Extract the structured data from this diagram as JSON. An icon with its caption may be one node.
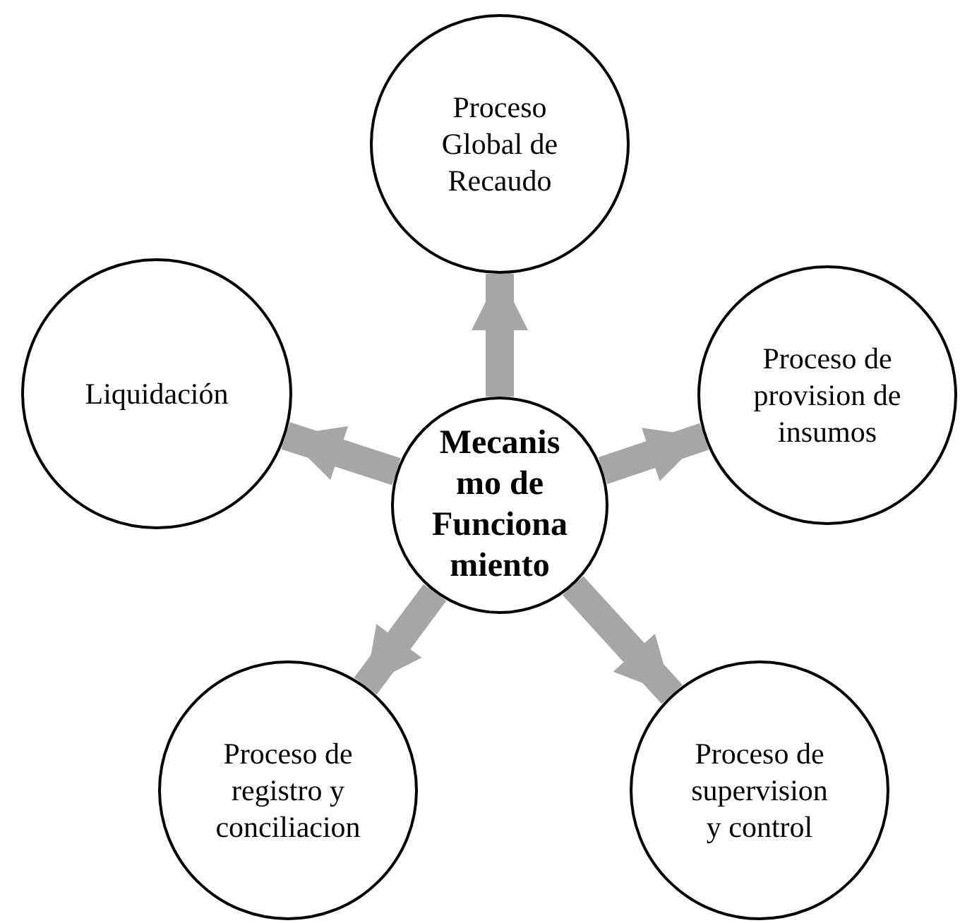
{
  "diagram": {
    "nodes": [
      {
        "text": [
          "Mecanismo de Funcionamiento"
        ]
      },
      {
        "text": [
          "Proceso Global de Recaudo"
        ]
      },
      {
        "text": [
          "Proceso de provision de insumos"
        ]
      },
      {
        "text": [
          "Proceso de supervision y control"
        ]
      },
      {
        "text": [
          "Proceso de registro y conciliacion"
        ]
      },
      {
        "text": [
          "Liquidación"
        ]
      }
    ],
    "edges": [
      {
        "from": 0,
        "to": 1,
        "arrow": "to"
      },
      {
        "from": 0,
        "to": 2,
        "arrow": "to"
      },
      {
        "from": 0,
        "to": 3,
        "arrow": "to"
      },
      {
        "from": 0,
        "to": 4,
        "arrow": "to"
      },
      {
        "from": 0,
        "to": 5,
        "arrow": "to"
      }
    ]
  }
}
